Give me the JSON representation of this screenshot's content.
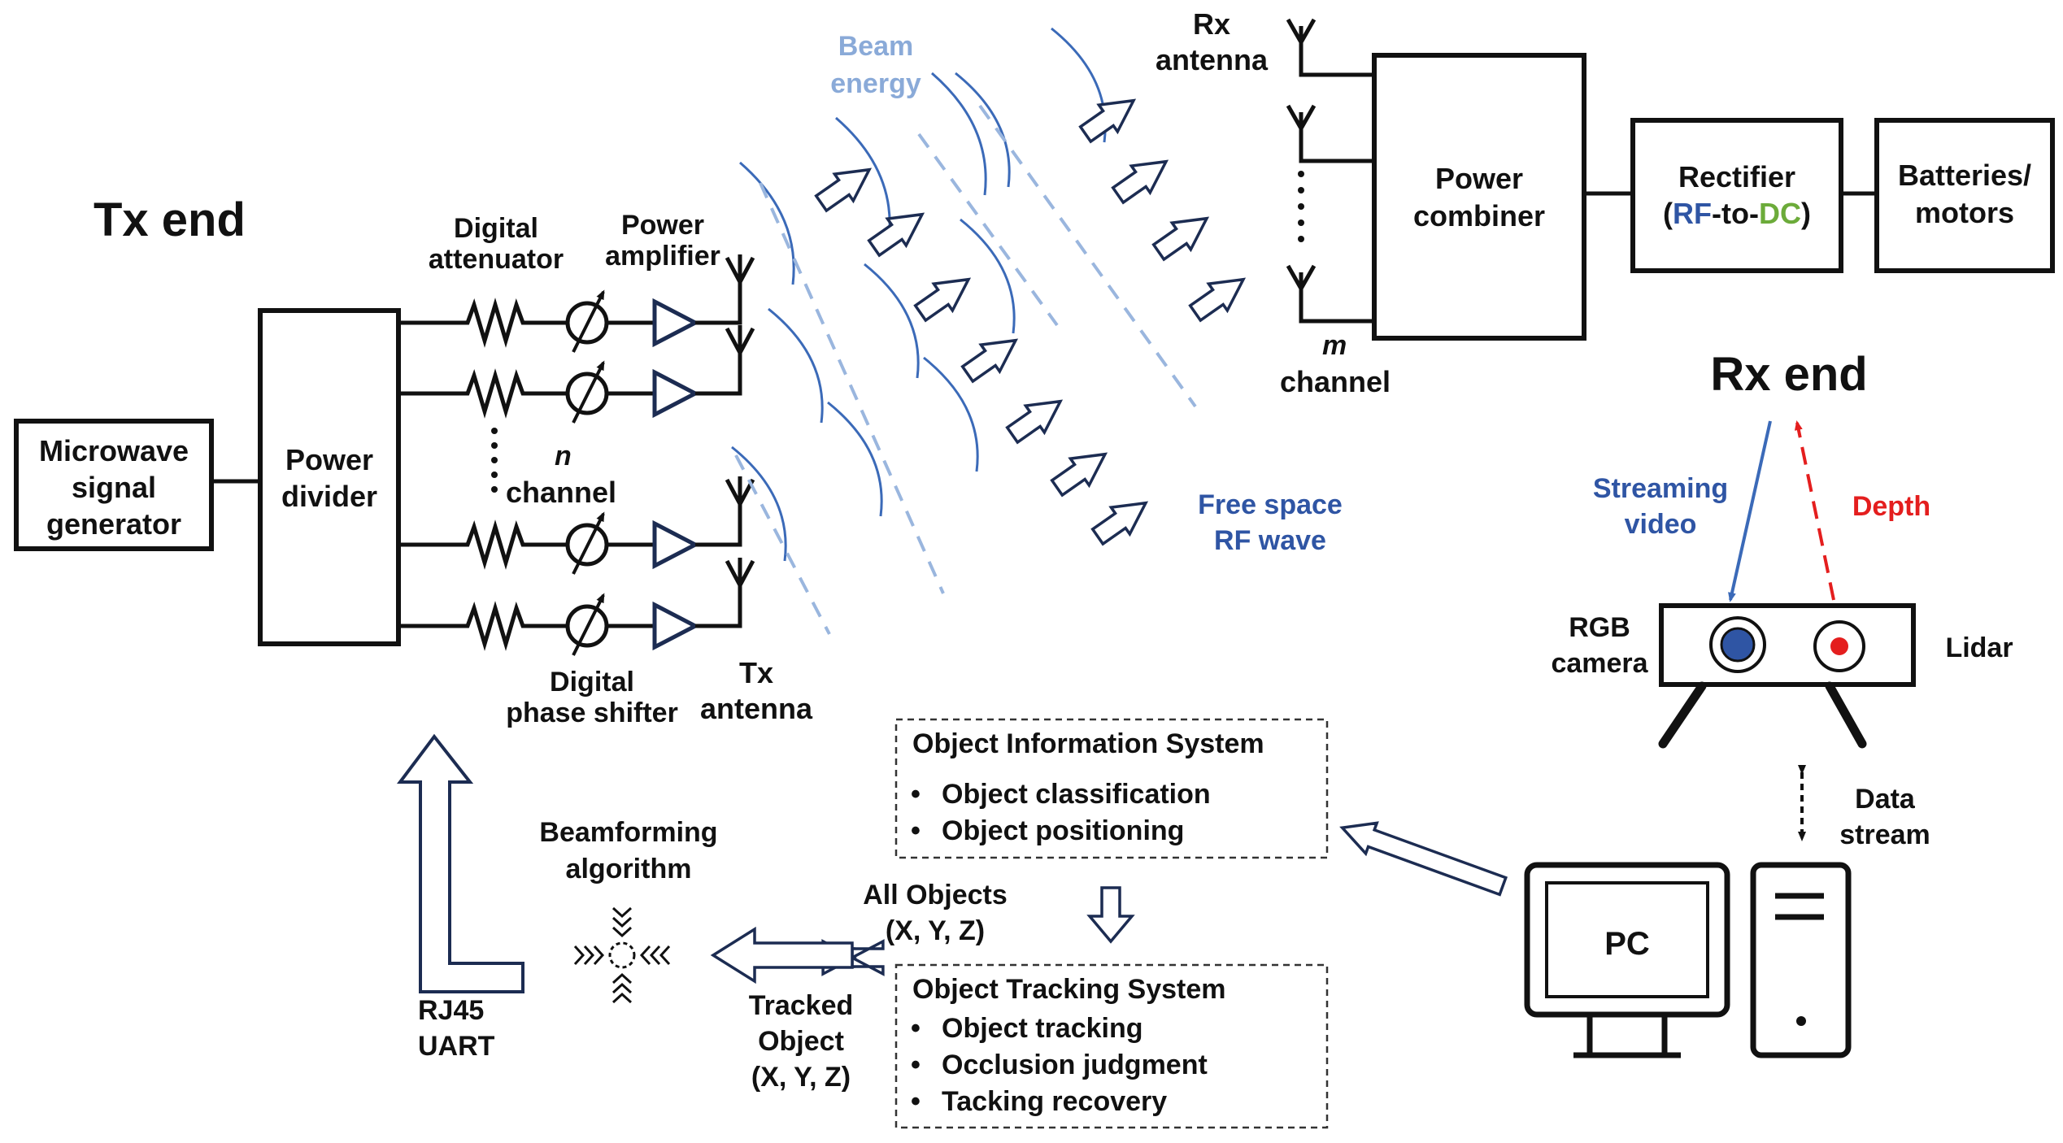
{
  "tx": {
    "title": "Tx end",
    "generator": [
      "Microwave",
      "signal",
      "generator"
    ],
    "divider": [
      "Power",
      "divider"
    ],
    "attenuator": [
      "Digital",
      "attenuator"
    ],
    "amplifier": [
      "Power",
      "amplifier"
    ],
    "phase_shifter": [
      "Digital",
      "phase shifter"
    ],
    "antenna": [
      "Tx",
      "antenna"
    ],
    "n": "n",
    "channel": "channel"
  },
  "wave": {
    "beam": [
      "Beam",
      "energy"
    ],
    "free_space": [
      "Free space",
      "RF wave"
    ]
  },
  "rx": {
    "title": "Rx end",
    "antenna": [
      "Rx",
      "antenna"
    ],
    "m": "m",
    "channel": "channel",
    "combiner": [
      "Power",
      "combiner"
    ],
    "rectifier_top": "Rectifier",
    "rectifier_open": "(",
    "rf": "RF",
    "to": "-to-",
    "dc": "DC",
    "rectifier_close": ")",
    "batteries": [
      "Batteries/",
      "motors"
    ]
  },
  "sensor": {
    "streaming": [
      "Streaming",
      "video"
    ],
    "depth": "Depth",
    "rgb": [
      "RGB",
      "camera"
    ],
    "lidar": "Lidar",
    "data_stream": [
      "Data",
      "stream"
    ],
    "pc": "PC"
  },
  "ois": {
    "title": "Object Information System",
    "items": [
      "Object classification",
      "Object positioning"
    ]
  },
  "all_objects": [
    "All Objects",
    "(X, Y, Z)"
  ],
  "ots": {
    "title": "Object Tracking System",
    "items": [
      "Object tracking",
      "Occlusion judgment",
      "Tacking recovery"
    ]
  },
  "bullet": "•",
  "tracked": [
    "Tracked",
    "Object",
    "(X, Y, Z)"
  ],
  "beamforming": [
    "Beamforming",
    "algorithm"
  ],
  "rj45": [
    "RJ45",
    "UART"
  ],
  "colors": {
    "wave": "#3b6ab8",
    "beam_text": "#8aaad8",
    "free_space_text": "#2f55a4",
    "depth": "#e41e1e",
    "rf": "#2f55a4",
    "dc": "#6cab3a"
  }
}
